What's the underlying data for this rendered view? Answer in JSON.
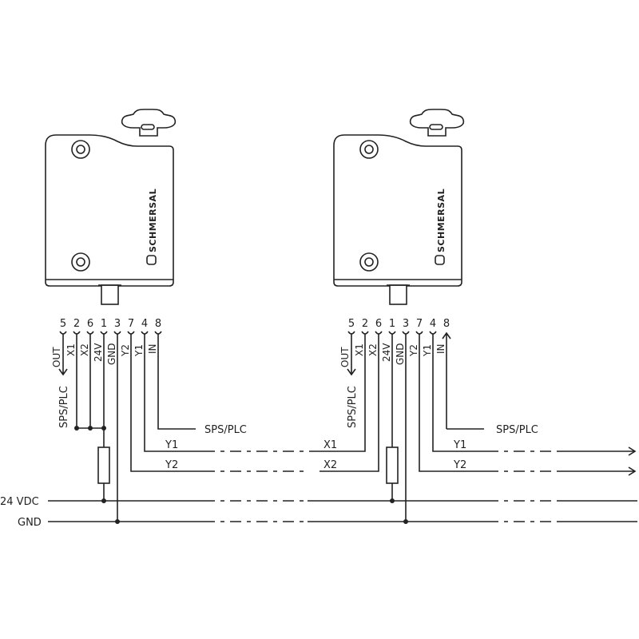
{
  "devices": [
    {
      "brand": "SCHMERSAL",
      "pins": [
        "5",
        "2",
        "6",
        "1",
        "3",
        "7",
        "4",
        "8"
      ],
      "pin_labels": [
        "OUT",
        "X1",
        "X2",
        "24V",
        "GND",
        "Y2",
        "Y1",
        "IN"
      ],
      "out_target": "SPS/PLC",
      "in_source": "SPS/PLC",
      "left_lines": [],
      "right_lines": [
        "Y1",
        "Y2"
      ]
    },
    {
      "brand": "SCHMERSAL",
      "pins": [
        "5",
        "2",
        "6",
        "1",
        "3",
        "7",
        "4",
        "8"
      ],
      "pin_labels": [
        "OUT",
        "X1",
        "X2",
        "24V",
        "GND",
        "Y2",
        "Y1",
        "IN"
      ],
      "out_target": "SPS/PLC",
      "in_source": "SPS/PLC",
      "left_lines": [
        "X1",
        "X2"
      ],
      "right_lines": [
        "Y1",
        "Y2"
      ]
    }
  ],
  "rails": {
    "supply": "24  VDC",
    "ground": "GND"
  }
}
